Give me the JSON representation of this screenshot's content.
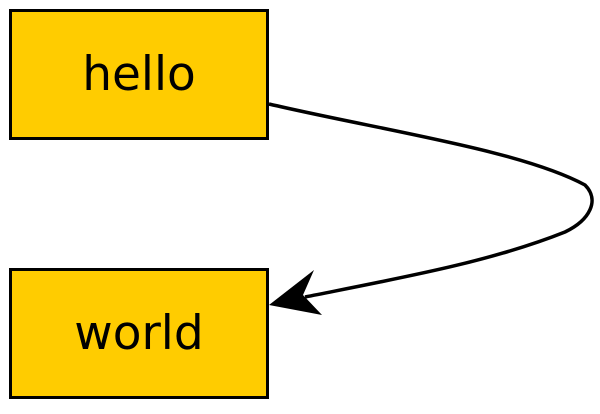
{
  "diagram": {
    "nodes": [
      {
        "id": "hello",
        "label": "hello"
      },
      {
        "id": "world",
        "label": "world"
      }
    ],
    "edges": [
      {
        "from": "hello",
        "to": "world",
        "arrow": "filled-arrowhead-at-target"
      }
    ]
  },
  "colors": {
    "node_fill": "#FFCC00",
    "node_border": "#000000",
    "edge": "#000000",
    "background": "#FFFFFF"
  }
}
